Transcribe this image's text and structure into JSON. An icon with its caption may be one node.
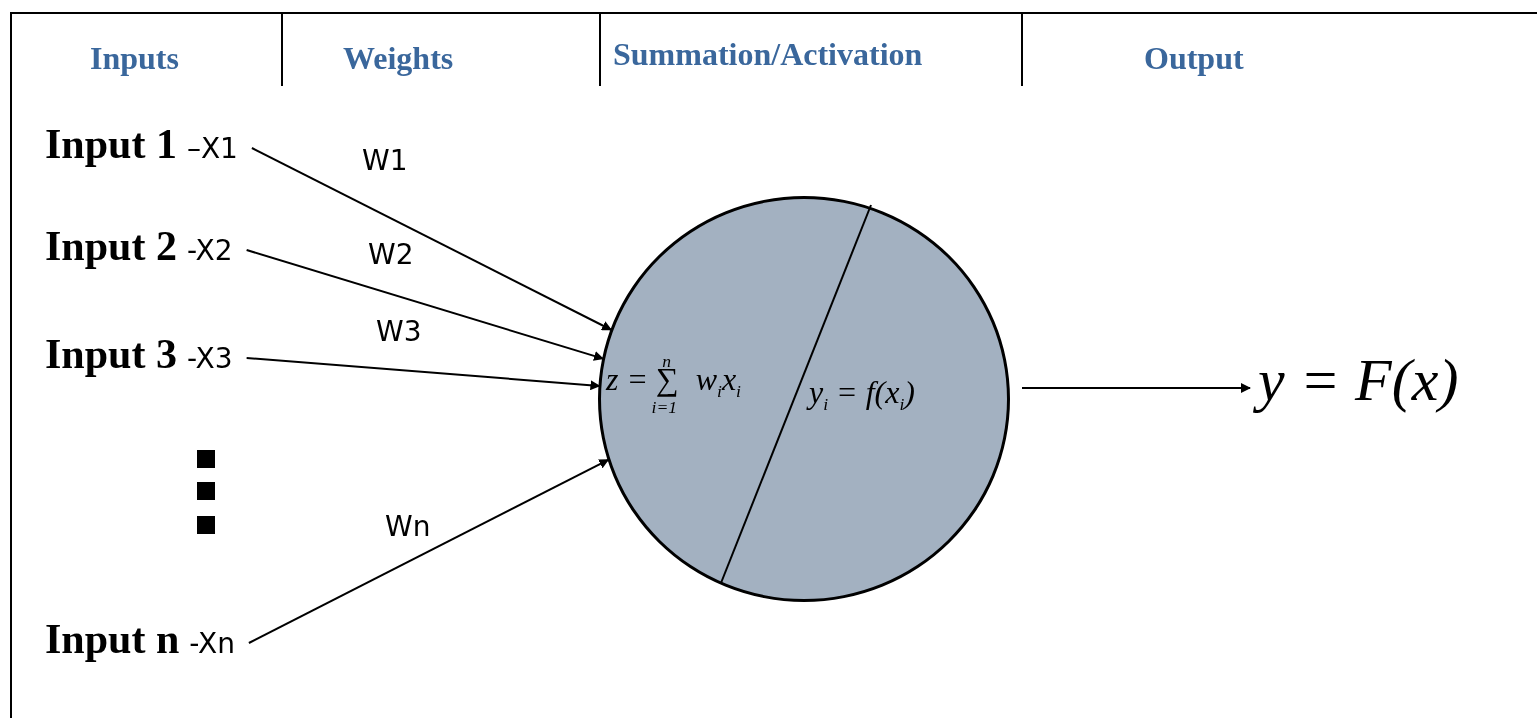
{
  "diagram": {
    "nodes": [
      {
        "text": [
          "Input 1",
          "–X1"
        ]
      },
      {
        "text": [
          "Input 2",
          "-X2"
        ]
      },
      {
        "text": [
          "Input 3",
          "-X3"
        ]
      },
      {
        "text": [
          "Input n",
          "-Xn"
        ]
      },
      {
        "text": [
          "z = ∑$^{n}$$_{i=1}$ w$_{i}$x$_{i}$",
          "y$_{i}$ = f(x$_{i}$)"
        ]
      },
      {
        "text": [
          "y = F(x)"
        ]
      }
    ],
    "edges": [
      {
        "from": 0,
        "to": 4,
        "arrow": "to",
        "label": "W1"
      },
      {
        "from": 1,
        "to": 4,
        "arrow": "to",
        "label": "W2"
      },
      {
        "from": 2,
        "to": 4,
        "arrow": "to",
        "label": "W3"
      },
      {
        "from": 3,
        "to": 4,
        "arrow": "to",
        "label": "Wn"
      },
      {
        "from": 4,
        "to": 5,
        "arrow": "to"
      }
    ],
    "labels": [
      "Inputs",
      "Weights",
      "Summation/Activation",
      "Output"
    ]
  }
}
